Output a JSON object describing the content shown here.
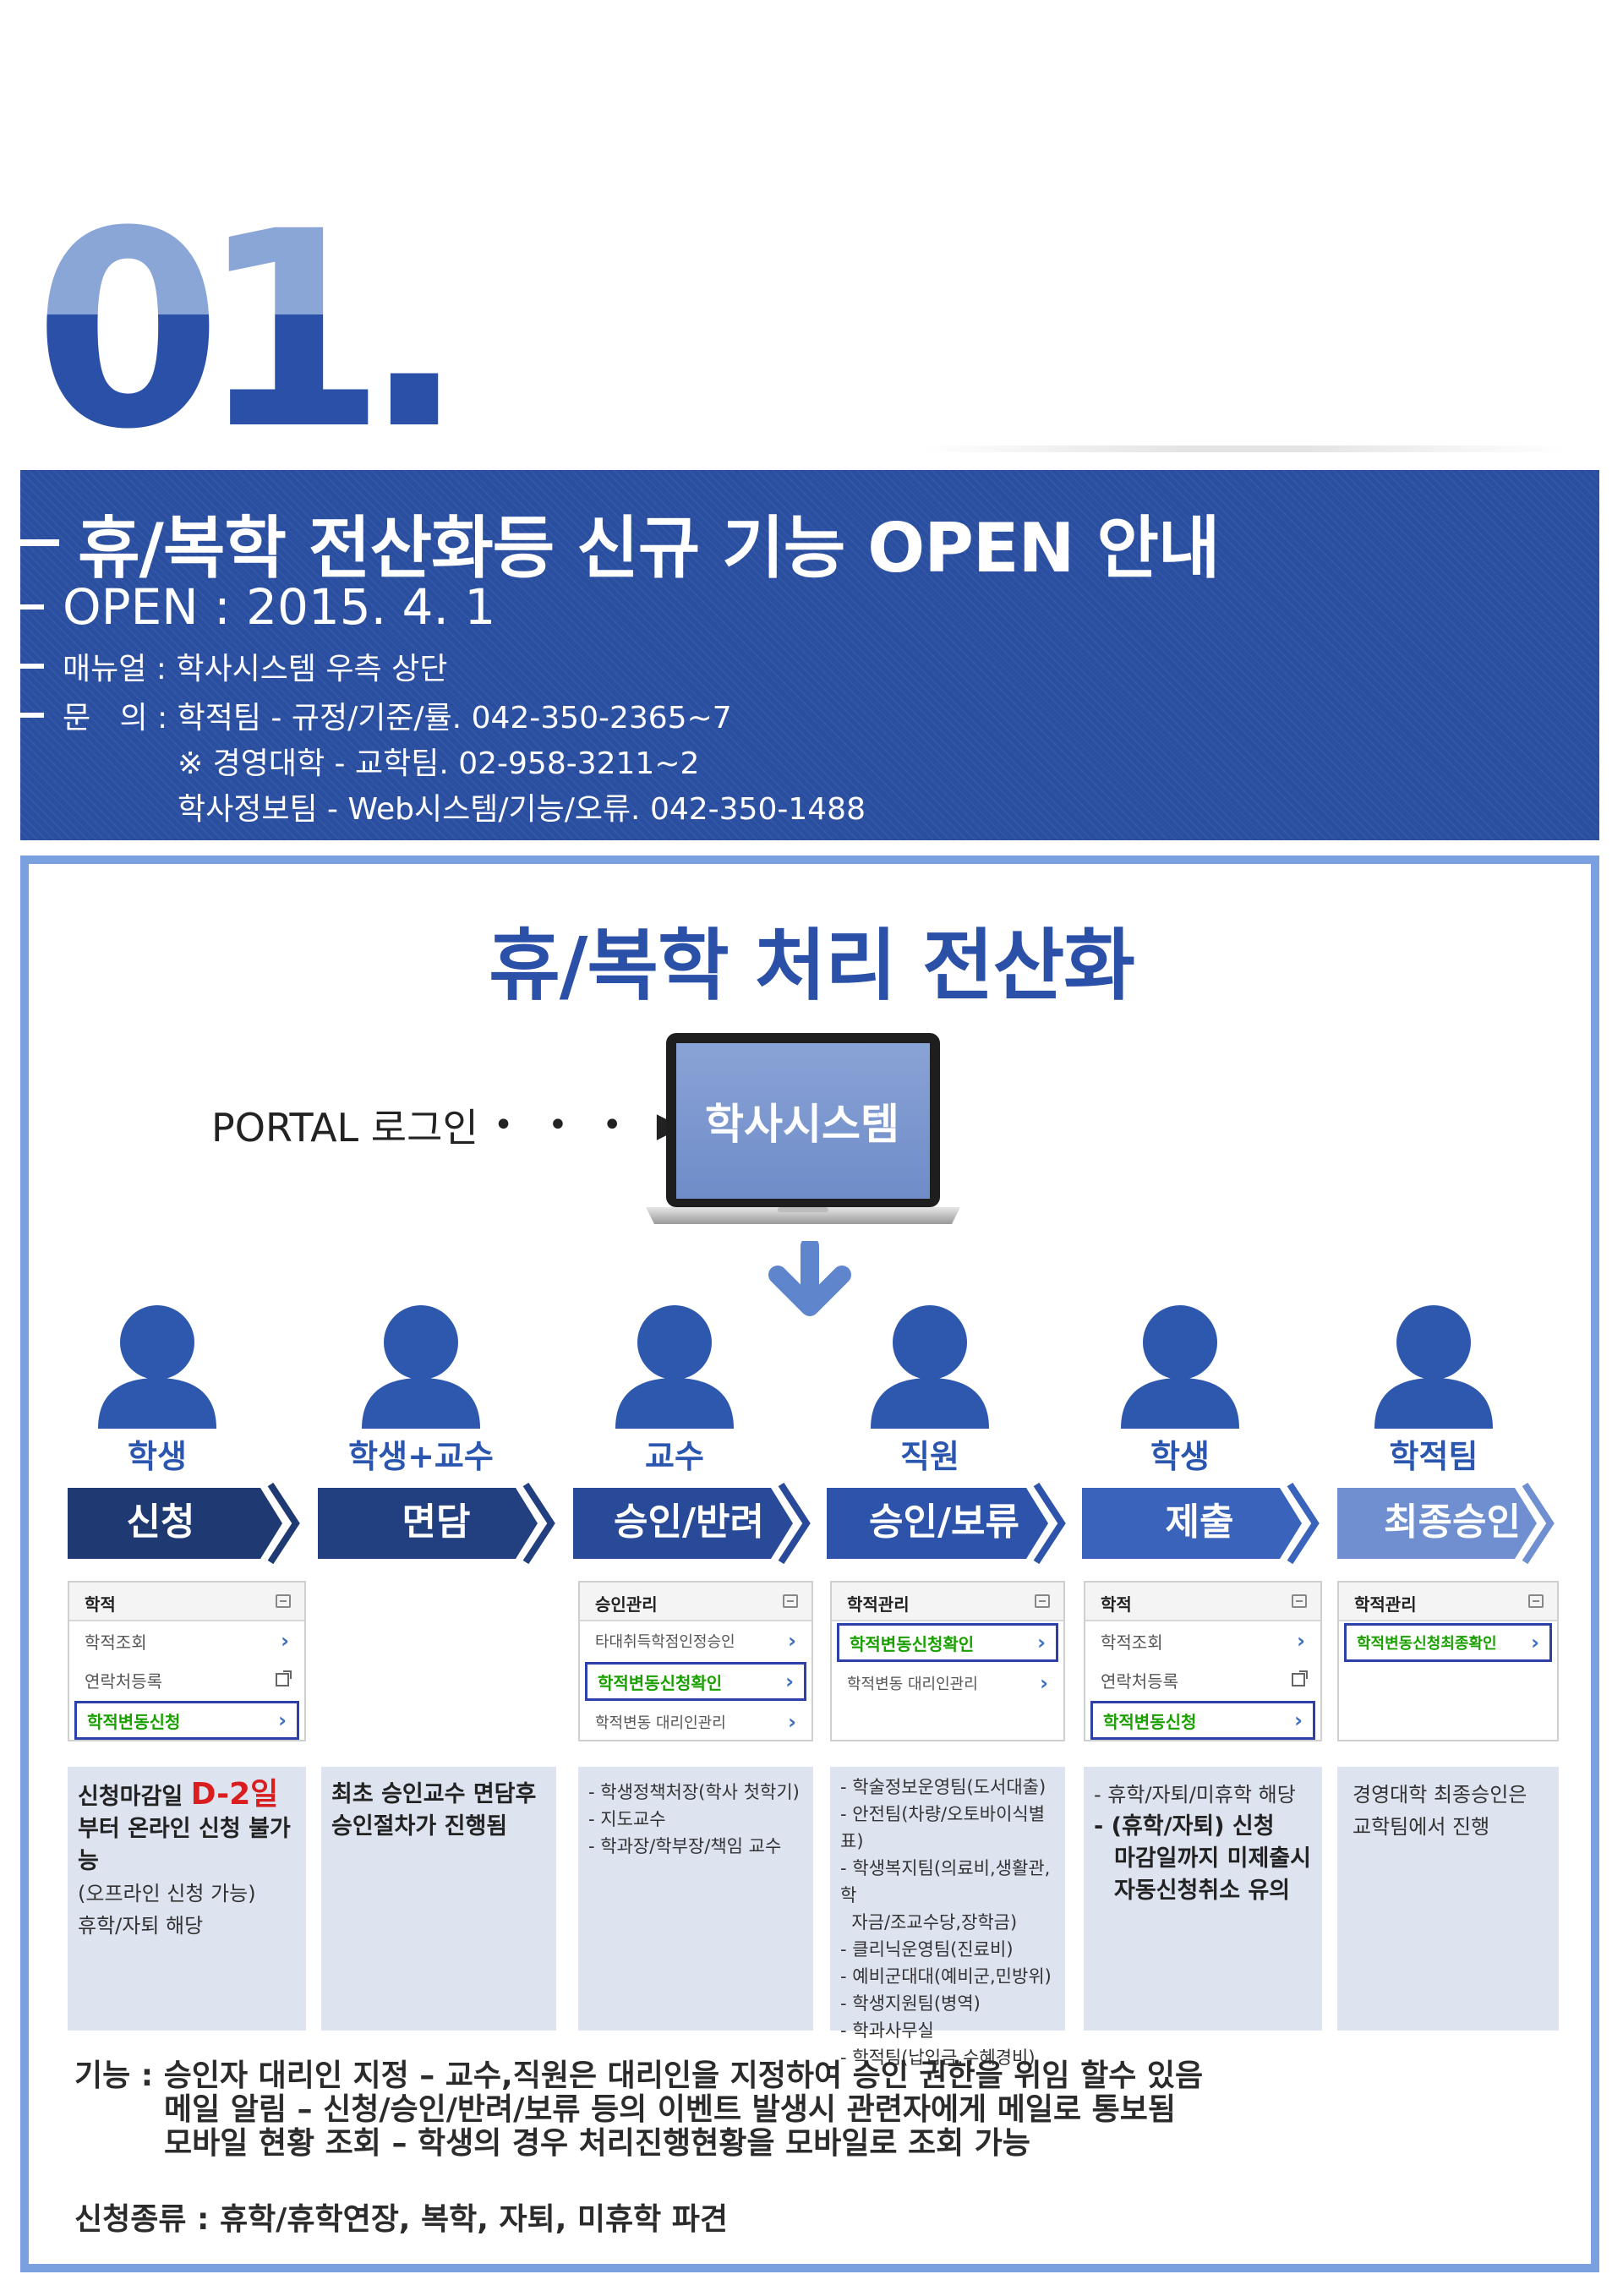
{
  "big_number": "01.",
  "banner": {
    "title": "휴/복학 전산화등 신규 기능 OPEN 안내",
    "open_date": "OPEN : 2015. 4. 1",
    "manual": "매뉴얼 : 학사시스템 우측 상단",
    "contact_label": "문   의 : 학적팀 - 규정/기준/률. 042-350-2365~7",
    "contact_line2": "※ 경영대학 - 교학팀. 02-958-3211~2",
    "contact_line3": "학사정보팀 - Web시스템/기능/오류. 042-350-1488"
  },
  "main_title": "휴/복학 처리 전산화",
  "flow": {
    "portal_label": "PORTAL 로그인",
    "dots": "• • • ▶",
    "system_label": "학사시스템"
  },
  "columns": [
    {
      "role": "학생",
      "step": "신청",
      "menu": {
        "header": "학적",
        "items": [
          {
            "label": "학적조회",
            "icon": "chevron-right-icon",
            "selected": false
          },
          {
            "label": "연락처등록",
            "icon": "external-link-icon",
            "selected": false
          },
          {
            "label": "학적변동신청",
            "icon": "chevron-right-icon",
            "selected": true
          }
        ]
      },
      "desc": [
        "신청마감일 ",
        "D-2일",
        "부터 온라인 신청 불가능",
        "(오프라인 신청 가능)",
        "휴학/자퇴 해당"
      ]
    },
    {
      "role": "학생+교수",
      "step": "면담",
      "menu": null,
      "desc": [
        "최초 승인교수 면담후 승인절차가 진행됨"
      ]
    },
    {
      "role": "교수",
      "step": "승인/반려",
      "menu": {
        "header": "승인관리",
        "items": [
          {
            "label": "타대취득학점인정승인",
            "icon": "chevron-right-icon",
            "selected": false
          },
          {
            "label": "학적변동신청확인",
            "icon": "chevron-right-icon",
            "selected": true
          },
          {
            "label": "학적변동 대리인관리",
            "icon": "chevron-right-icon",
            "selected": false
          }
        ]
      },
      "desc": [
        "- 학생정책처장(학사 첫학기)",
        "- 지도교수",
        "- 학과장/학부장/책임 교수"
      ]
    },
    {
      "role": "직원",
      "step": "승인/보류",
      "menu": {
        "header": "학적관리",
        "items": [
          {
            "label": "학적변동신청확인",
            "icon": "chevron-right-icon",
            "selected": true
          },
          {
            "label": "학적변동 대리인관리",
            "icon": "chevron-right-icon",
            "selected": false
          }
        ]
      },
      "desc": [
        "- 학술정보운영팀(도서대출)",
        "- 안전팀(차량/오토바이식별표)",
        "- 학생복지팀(의료비,생활관,학",
        "  자금/조교수당,장학금)",
        "- 클리닉운영팀(진료비)",
        "- 예비군대대(예비군,민방위)",
        "- 학생지원팀(병역)",
        "- 학과사무실",
        "- 학적팀(납입금,수혜경비)"
      ]
    },
    {
      "role": "학생",
      "step": "제출",
      "menu": {
        "header": "학적",
        "items": [
          {
            "label": "학적조회",
            "icon": "chevron-right-icon",
            "selected": false
          },
          {
            "label": "연락처등록",
            "icon": "external-link-icon",
            "selected": false
          },
          {
            "label": "학적변동신청",
            "icon": "chevron-right-icon",
            "selected": true
          }
        ]
      },
      "desc": [
        "- 휴학/자퇴/미휴학 해당",
        "- (휴학/자퇴) 신청",
        "마감일까지 미제출시",
        "자동신청취소 유의"
      ]
    },
    {
      "role": "학적팀",
      "step": "최종승인",
      "menu": {
        "header": "학적관리",
        "items": [
          {
            "label": "학적변동신청최종확인",
            "icon": "chevron-right-icon",
            "selected": true
          }
        ]
      },
      "desc": [
        "경영대학 최종승인은",
        "교학팀에서 진행"
      ]
    }
  ],
  "functions": {
    "line1": "기능 : 승인자 대리인 지정 – 교수,직원은 대리인을 지정하여 승인 권한을 위임 할수 있음",
    "line2": "메일 알림 – 신청/승인/반려/보류 등의 이벤트 발생시 관련자에게 메일로 통보됨",
    "line3": "모바일 현황 조회 – 학생의 경우 처리진행현황을 모바일로 조회 가능"
  },
  "application_types": "신청종류 : 휴학/휴학연장, 복학, 자퇴, 미휴학 파견",
  "colors": {
    "banner": "#2a4ea0",
    "frame": "#7aa0e0",
    "title": "#2a50a8",
    "person": "#2d58ad",
    "selected_green": "#1aa000",
    "desc_bg": "#dde3ef",
    "deadline_red": "#d81e1e"
  }
}
